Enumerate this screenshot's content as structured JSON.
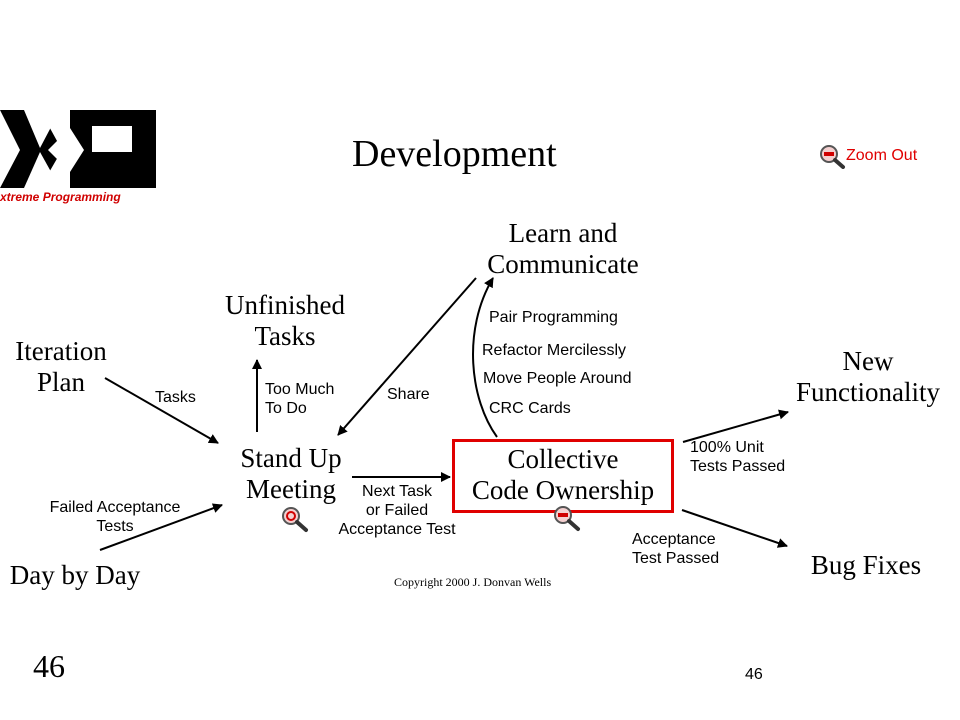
{
  "header": {
    "logo_text": "xtreme Programming",
    "title": "Development",
    "zoom_out": "Zoom Out"
  },
  "nodes": {
    "learn": "Learn and\nCommunicate",
    "unfinished": "Unfinished\nTasks",
    "iteration": "Iteration\nPlan",
    "new_func": "New\nFunctionality",
    "standup": "Stand Up\nMeeting",
    "collective": "Collective\nCode Ownership",
    "day": "Day by Day",
    "bug": "Bug Fixes"
  },
  "labels": {
    "tasks": "Tasks",
    "too_much": "Too Much\nTo Do",
    "share": "Share",
    "pair": "Pair Programming",
    "refactor": "Refactor Mercilessly",
    "move": "Move People Around",
    "crc": "CRC Cards",
    "unit": "100% Unit\nTests Passed",
    "failed_tests": "Failed Acceptance\nTests",
    "next_task": "Next Task\nor Failed\nAcceptance Test",
    "acceptance": "Acceptance\nTest Passed"
  },
  "copyright": "Copyright 2000 J. Donvan Wells",
  "page_number_left": "46",
  "page_number_right": "46",
  "colors": {
    "accent": "#e00000"
  }
}
